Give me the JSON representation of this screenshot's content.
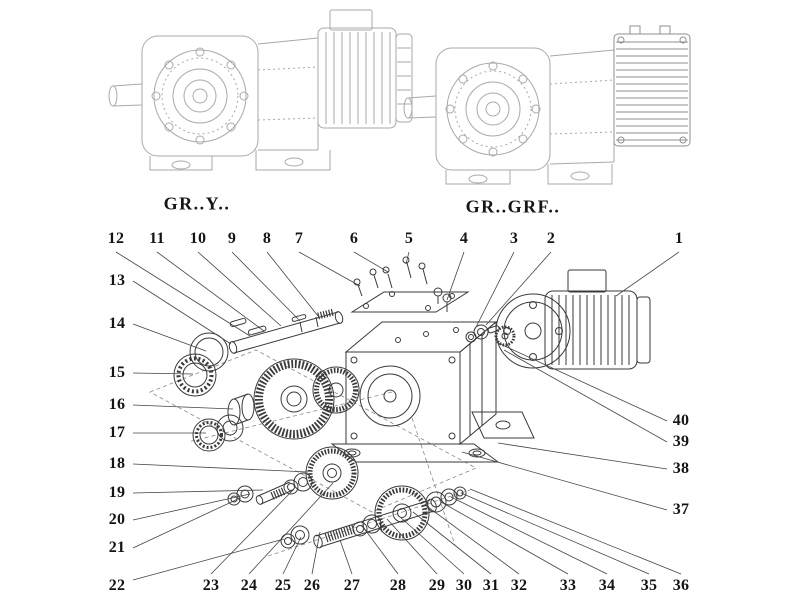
{
  "document": {
    "kind": "exploded-parts-diagram",
    "models": {
      "left": "GR..Y..",
      "right": "GR..GRF.."
    }
  },
  "callouts": {
    "top_row": [
      "12",
      "11",
      "10",
      "9",
      "8",
      "7",
      "6",
      "5",
      "4",
      "3",
      "2",
      "1"
    ],
    "left_column": [
      "13",
      "14",
      "15",
      "16",
      "17",
      "18",
      "19",
      "20",
      "21",
      "22"
    ],
    "right_column": [
      "40",
      "39",
      "38",
      "37"
    ],
    "bottom_row": [
      "23",
      "24",
      "25",
      "26",
      "27",
      "28",
      "29",
      "30",
      "31",
      "32",
      "33",
      "34",
      "35",
      "36"
    ]
  },
  "colors": {
    "ghost_line": "#a9a9a9",
    "ink_line": "#3a3a3a",
    "leader_line": "#444444",
    "text": "#141414"
  }
}
